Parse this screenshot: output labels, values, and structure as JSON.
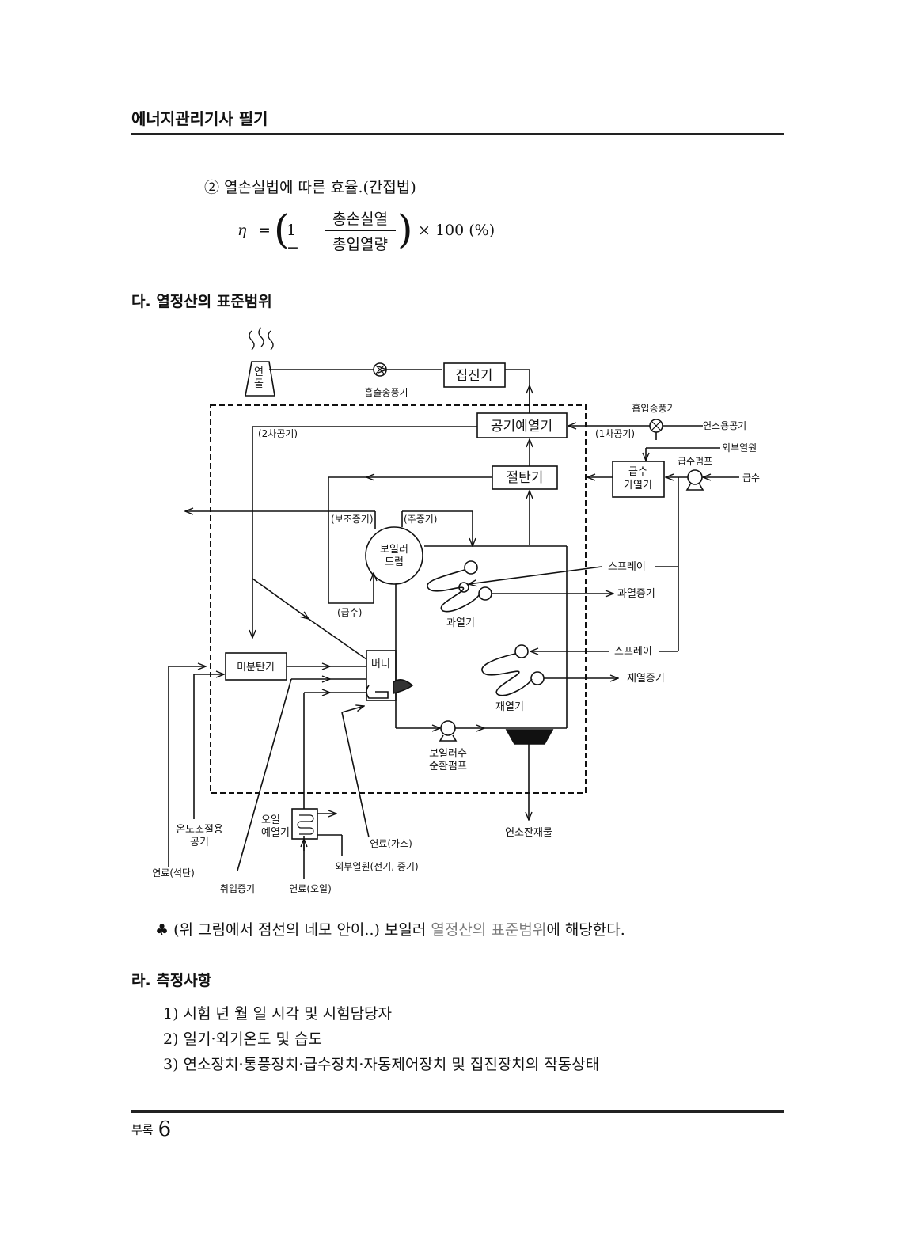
{
  "header": {
    "title": "에너지관리기사 필기"
  },
  "method2": {
    "label": "② 열손실법에 따른 효율.(간접법)"
  },
  "formula": {
    "eta": "η",
    "equals": "=",
    "one_minus": "1 −",
    "numerator": "총손실열",
    "denominator": "총입열량",
    "times": "× 100 (%)"
  },
  "section_da": {
    "title": "다. 열정산의 표준범위"
  },
  "diagram": {
    "chimney": "연돌",
    "exhaust_fan": "흡출송풍기",
    "dust_collector": "집진기",
    "air_preheater": "공기예열기",
    "forced_fan": "흡입송풍기",
    "combustion_air": "연소용공기",
    "primary_air": "(1차공기)",
    "secondary_air": "(2차공기)",
    "external_heat": "외부열원",
    "feed_pump": "급수펌프",
    "feed_water": "급수",
    "feed_heater": "급수\n가열기",
    "economizer": "절탄기",
    "aux_steam": "(보조증기)",
    "main_steam": "(주증기)",
    "boiler_drum": "보일러\n드럼",
    "spray1": "스프레이",
    "spray2": "스프레이",
    "superheated_steam": "과열증기",
    "superheater": "과열기",
    "feed_water_paren": "(급수)",
    "pulverizer": "미분탄기",
    "burner": "버너",
    "reheat_steam": "재열증기",
    "reheater": "재열기",
    "circ_pump": "보일러수\n순환펌프",
    "ash": "연소잔재물",
    "oil_preheater": "오일\n예열기",
    "temp_air": "온도조절용\n공기",
    "fuel_coal": "연료(석탄)",
    "atom_steam": "취입증기",
    "fuel_oil": "연료(오일)",
    "fuel_gas": "연료(가스)",
    "external_heat2": "외부열원(전기, 증기)"
  },
  "note": {
    "prefix": "♣ (위 그림에서 점선의 네모 안이..) 보일러 ",
    "highlight": "열정산의 표준범위",
    "suffix": "에 해당한다."
  },
  "section_ra": {
    "title": "라. 측정사항"
  },
  "items": [
    "1) 시험 년 월 일 시각 및 시험담당자",
    "2) 일기·외기온도 및 습도",
    "3) 연소장치·통풍장치·급수장치·자동제어장치 및 집진장치의 작동상태"
  ],
  "footer": {
    "label": "부록",
    "page": "6"
  }
}
